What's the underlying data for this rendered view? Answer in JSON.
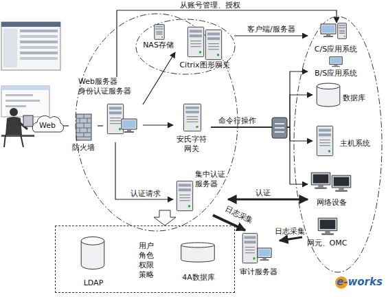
{
  "diagram": {
    "nodes": [
      {
        "text": [
          "Web"
        ]
      },
      {
        "text": [
          "防火墙"
        ]
      },
      {
        "text": [
          "Web服务器 身份认证服务器"
        ]
      },
      {
        "text": [
          "NAS存储"
        ]
      },
      {
        "text": [
          "Citrix图形网关"
        ]
      },
      {
        "text": [
          "安氏字符 网关"
        ]
      },
      {
        "text": [
          "集中认证 服务器"
        ]
      },
      {
        "text": [
          "审计服务器"
        ]
      },
      {
        "text": [
          "C/S应用系统"
        ]
      },
      {
        "text": [
          "B/S应用系统"
        ]
      },
      {
        "text": [
          "数据库"
        ]
      },
      {
        "text": [
          "主机系统"
        ]
      },
      {
        "text": [
          "网络设备"
        ]
      },
      {
        "text": [
          "网元、OMC"
        ]
      },
      {
        "text": [
          "用户 角色 权限 策略"
        ]
      },
      {
        "text": [
          "LDAP"
        ],
        "in": 14
      },
      {
        "text": [
          "4A数据库"
        ],
        "in": 14
      }
    ],
    "edges": [
      {
        "from": 0,
        "to": 1,
        "arrow": "none"
      },
      {
        "from": 1,
        "to": 2,
        "arrow": "none"
      },
      {
        "from": 2,
        "to": 8,
        "label": "从账号管理、授权",
        "arrow": "to"
      },
      {
        "from": 2,
        "to": 4,
        "arrow": "to"
      },
      {
        "from": 4,
        "to": 8,
        "label": "客户端/服务器",
        "arrow": "to"
      },
      {
        "from": 2,
        "to": 5,
        "arrow": "to"
      },
      {
        "from": 5,
        "to": 9,
        "label": "命令行操作",
        "arrow": "to"
      },
      {
        "from": 5,
        "to": 10,
        "arrow": "to"
      },
      {
        "from": 5,
        "to": 11,
        "arrow": "to"
      },
      {
        "from": 5,
        "to": 12,
        "arrow": "to"
      },
      {
        "from": 2,
        "to": 6,
        "label": "认证请求",
        "arrow": "to"
      },
      {
        "from": 6,
        "to": 12,
        "label": "认证",
        "arrow": "both"
      },
      {
        "from": 6,
        "to": 7,
        "label": "日志采集",
        "arrow": "to"
      },
      {
        "from": 13,
        "to": 7,
        "label": "日志采集",
        "arrow": "to"
      }
    ],
    "labels": [
      "e-works"
    ]
  }
}
